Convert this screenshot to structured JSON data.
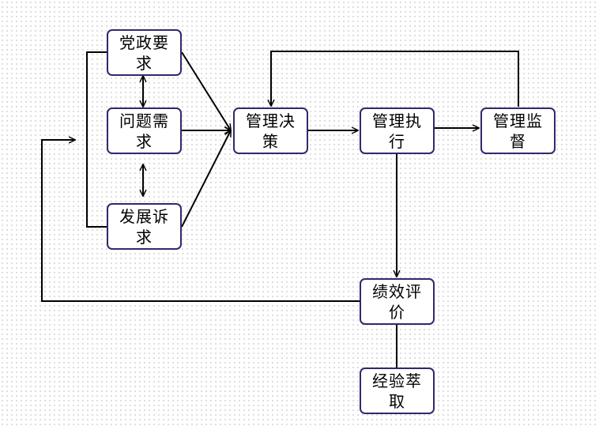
{
  "nodes": {
    "party_requirements": "党政要求",
    "problem_needs": "问题需求",
    "development_appeals": "发展诉求",
    "management_decision": "管理决策",
    "management_execution": "管理执行",
    "management_supervision": "管理监督",
    "performance_evaluation": "绩效评价",
    "experience_extraction": "经验萃取"
  }
}
